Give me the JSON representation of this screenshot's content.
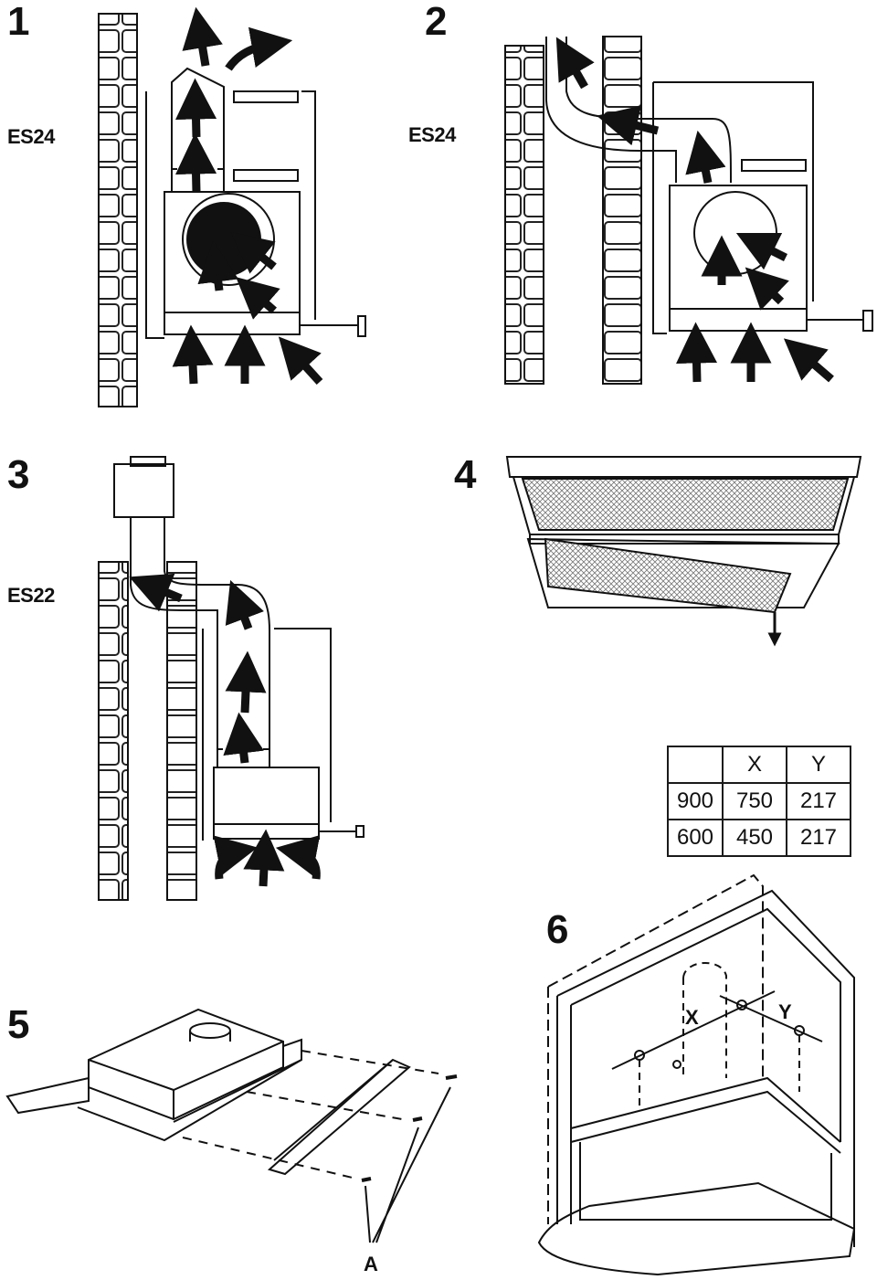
{
  "figures": {
    "fig1": {
      "number": "1",
      "model": "ES24"
    },
    "fig2": {
      "number": "2",
      "model": "ES24"
    },
    "fig3": {
      "number": "3",
      "model": "ES22"
    },
    "fig4": {
      "number": "4"
    },
    "fig5": {
      "number": "5",
      "callout": "A"
    },
    "fig6": {
      "number": "6",
      "dim_x": "X",
      "dim_y": "Y"
    }
  },
  "dimension_table": {
    "header": [
      "",
      "X",
      "Y"
    ],
    "rows": [
      [
        "900",
        "750",
        "217"
      ],
      [
        "600",
        "450",
        "217"
      ]
    ]
  }
}
